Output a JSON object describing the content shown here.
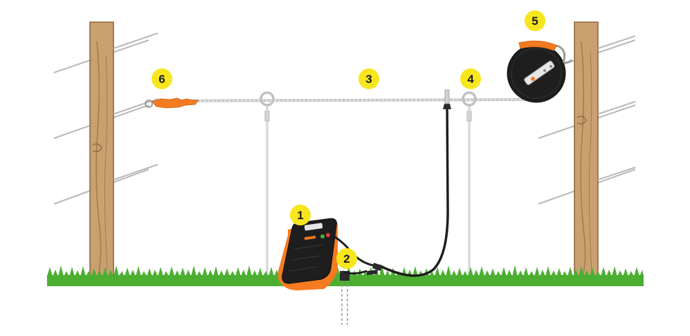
{
  "diagram": {
    "callouts": [
      {
        "id": "energizer",
        "label": "1"
      },
      {
        "id": "ground-stake",
        "label": "2"
      },
      {
        "id": "polywire",
        "label": "3"
      },
      {
        "id": "insulator-post",
        "label": "4"
      },
      {
        "id": "reel",
        "label": "5"
      },
      {
        "id": "gate-handle",
        "label": "6"
      }
    ]
  },
  "colors": {
    "callout_fill": "#f7e61d",
    "accent_orange": "#f47b20",
    "post_wood": "#c49a6c",
    "grass": "#3f9b2a",
    "energizer_body": "#1e1e1e"
  }
}
